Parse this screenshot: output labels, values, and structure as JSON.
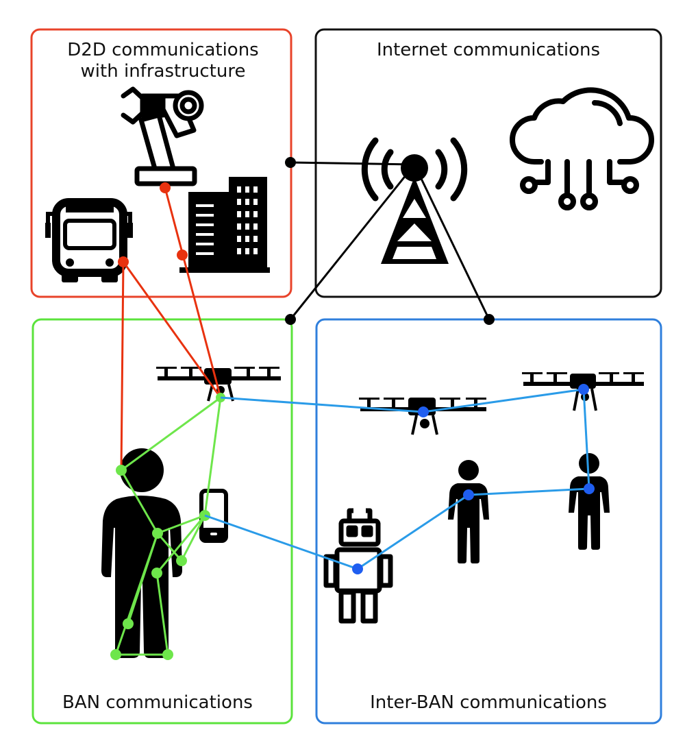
{
  "panels": {
    "d2d": {
      "title_lines": [
        "D2D communications",
        "with infrastructure"
      ],
      "color": "#e8432a"
    },
    "internet": {
      "title": "Internet communications",
      "color": "#111111"
    },
    "ban": {
      "title": "BAN communications",
      "color": "#5be33c"
    },
    "inter_ban": {
      "title": "Inter-BAN communications",
      "color": "#2f7fdc"
    }
  },
  "link_colors": {
    "d2d_links": "#e8320f",
    "internet_links": "#000000",
    "ban_links": "#6ee64b",
    "inter_ban_links": "#2a9be8",
    "inter_ban_nodes": "#1f5ef0"
  },
  "icons": [
    "robot-arm-icon",
    "bus-icon",
    "buildings-icon",
    "cell-tower-icon",
    "cloud-network-icon",
    "drone-icon",
    "person-icon",
    "smartphone-icon",
    "robot-icon"
  ]
}
